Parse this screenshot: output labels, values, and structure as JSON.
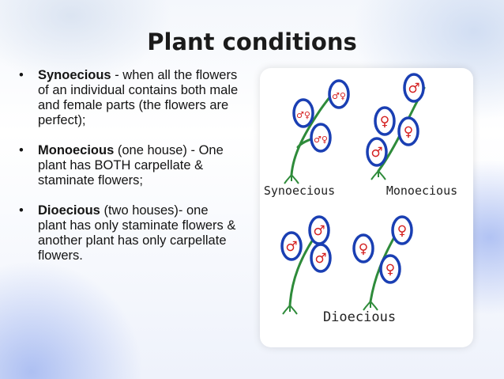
{
  "slide": {
    "title": "Plant conditions",
    "bullets": [
      {
        "term": "Synoecious",
        "text": " - when all the flowers of an individual contains both male and female parts (the flowers are perfect);"
      },
      {
        "term": "Monoecious",
        "text": " (one house) - One plant has BOTH carpellate & staminate flowers;"
      },
      {
        "term": "Dioecious",
        "text": " (two houses)- one plant has only staminate flowers & another plant has only carpellate flowers."
      }
    ],
    "bullet_symbol": "•"
  },
  "figure": {
    "labels": {
      "synoecious": "Synoecious",
      "monoecious": "Monoecious",
      "dioecious": "Dioecious"
    },
    "symbols": {
      "male": "♂",
      "female": "♀"
    },
    "colors": {
      "stem": "#2e8b3a",
      "flower_outline": "#1a3fb3",
      "symbol": "#d42020",
      "label": "#222222"
    }
  }
}
